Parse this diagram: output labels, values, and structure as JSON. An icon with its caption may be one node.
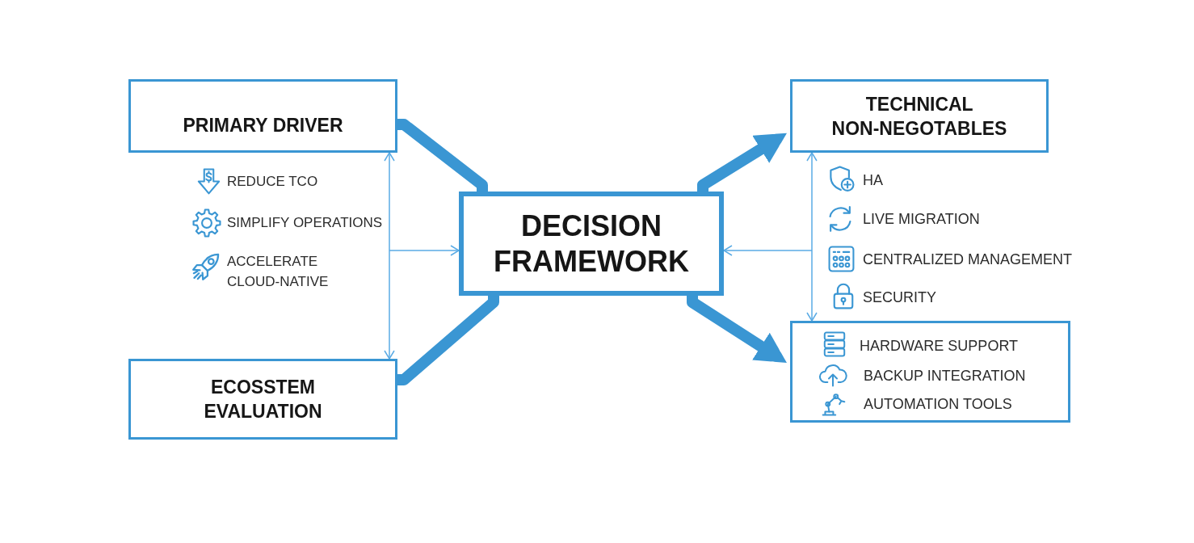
{
  "diagram": {
    "nodes": [
      {
        "text": [
          "PRIMARY DRIVER"
        ]
      },
      {
        "text": [
          "TECHNICAL NON-NEGOTABLES"
        ]
      },
      {
        "text": [
          "DECISION FRAMEWORK"
        ]
      },
      {
        "text": [
          "ECOSSTEM EVALUATION"
        ]
      },
      {
        "text": [
          "HARDWARE SUPPORT",
          "BACKUP INTEGRATION",
          "AUTOMATION TOOLS"
        ]
      }
    ],
    "edges": [
      {
        "from": 0,
        "to": 2,
        "arrow": "none",
        "style": "thick"
      },
      {
        "from": 3,
        "to": 2,
        "arrow": "none",
        "style": "thick"
      },
      {
        "from": 2,
        "to": 1,
        "arrow": "to",
        "style": "thick"
      },
      {
        "from": 2,
        "to": 4,
        "arrow": "to",
        "style": "thick"
      },
      {
        "from": 0,
        "to": 3,
        "arrow": "both"
      },
      {
        "from": null,
        "to": 2,
        "arrow": "to"
      },
      {
        "from": 1,
        "to": 4,
        "arrow": "both"
      },
      {
        "from": null,
        "to": 2,
        "arrow": "to"
      }
    ],
    "labels": [
      "REDUCE TCO",
      "SIMPLIFY OPERATIONS",
      "ACCELERATE CLOUD-NATIVE",
      "HA",
      "LIVE MIGRATION",
      "CENTRALIZED MANAGEMENT",
      "SECURITY"
    ]
  }
}
